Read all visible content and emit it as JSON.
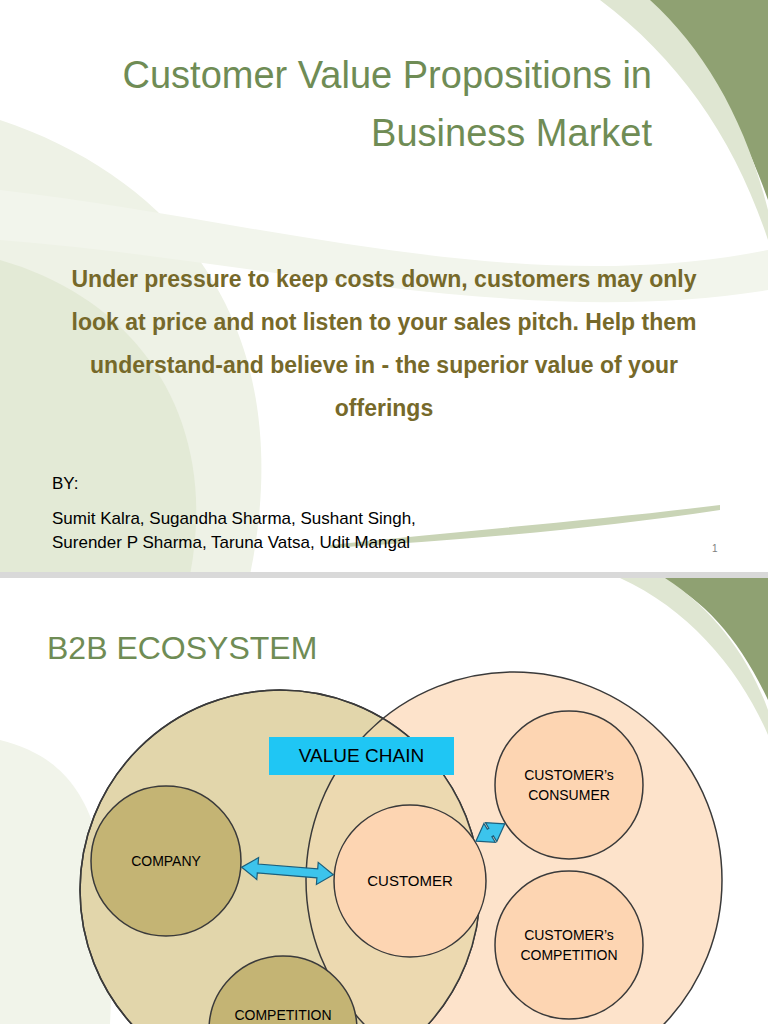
{
  "diagram": {
    "title": "Customer Value Propositions in Business Market",
    "nodes": [
      {
        "text": [
          "VALUE CHAIN"
        ]
      },
      {
        "text": [
          "CUSTOMER’s CONSUMER"
        ]
      },
      {
        "text": [
          "COMPANY"
        ]
      },
      {
        "text": [
          "CUSTOMER"
        ]
      },
      {
        "text": [
          "CUSTOMER’s COMPETITION"
        ]
      },
      {
        "text": [
          "COMPETITION"
        ]
      }
    ],
    "edges": [
      {
        "from": 2,
        "to": 3,
        "arrow": "both"
      },
      {
        "from": 3,
        "to": 1,
        "arrow": "both"
      }
    ],
    "labels": [
      "Under pressure to keep costs down, customers may only look at price and not listen to your sales pitch. Help them understand-and believe in - the superior value of your offerings",
      "BY:",
      "Sumit Kalra, Sugandha Sharma, Sushant Singh, Surender P Sharma, Taruna Vatsa, Udit Mangal",
      "1",
      "B2B ECOSYSTEM"
    ]
  }
}
